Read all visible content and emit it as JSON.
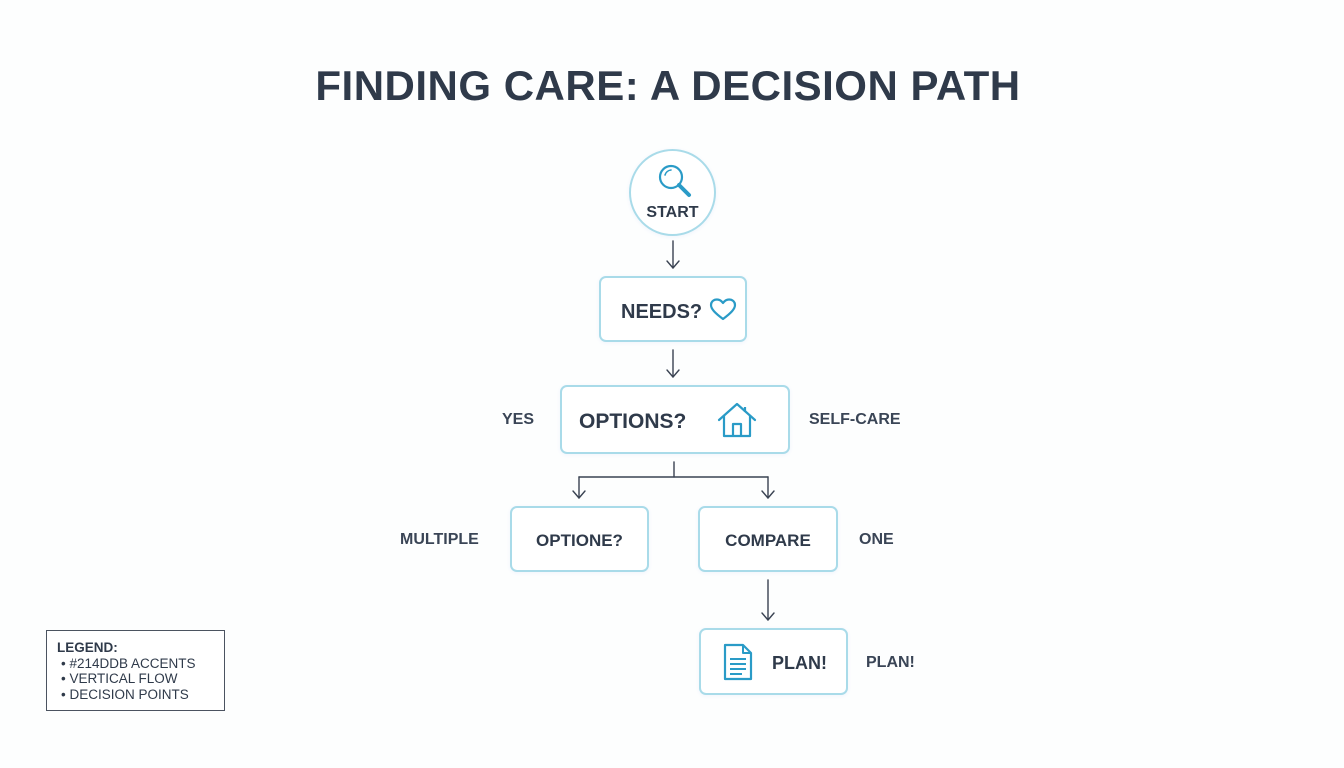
{
  "title": "FINDING CARE: A DECISION PATH",
  "colors": {
    "accent": "#214DDB",
    "node_border": "#A9DBE9",
    "icon": "#2A9BC7",
    "text": "#2F3A4A"
  },
  "nodes": {
    "start": {
      "label": "START",
      "icon": "magnifying-glass-icon"
    },
    "needs": {
      "label": "NEEDS?",
      "icon": "heart-icon"
    },
    "options": {
      "label": "OPTIONS?",
      "icon": "house-icon"
    },
    "optione": {
      "label": "OPTIONE?"
    },
    "compare": {
      "label": "COMPARE"
    },
    "plan": {
      "label": "PLAN!",
      "icon": "document-icon"
    }
  },
  "side_labels": {
    "yes": "YES",
    "self_care": "SELF-CARE",
    "multiple": "MULTIPLE",
    "one": "ONE",
    "plan": "PLAN!"
  },
  "legend": {
    "title": "LEGEND:",
    "items": [
      "#214DDB ACCENTS",
      "VERTICAL FLOW",
      "DECISION POINTS"
    ]
  }
}
